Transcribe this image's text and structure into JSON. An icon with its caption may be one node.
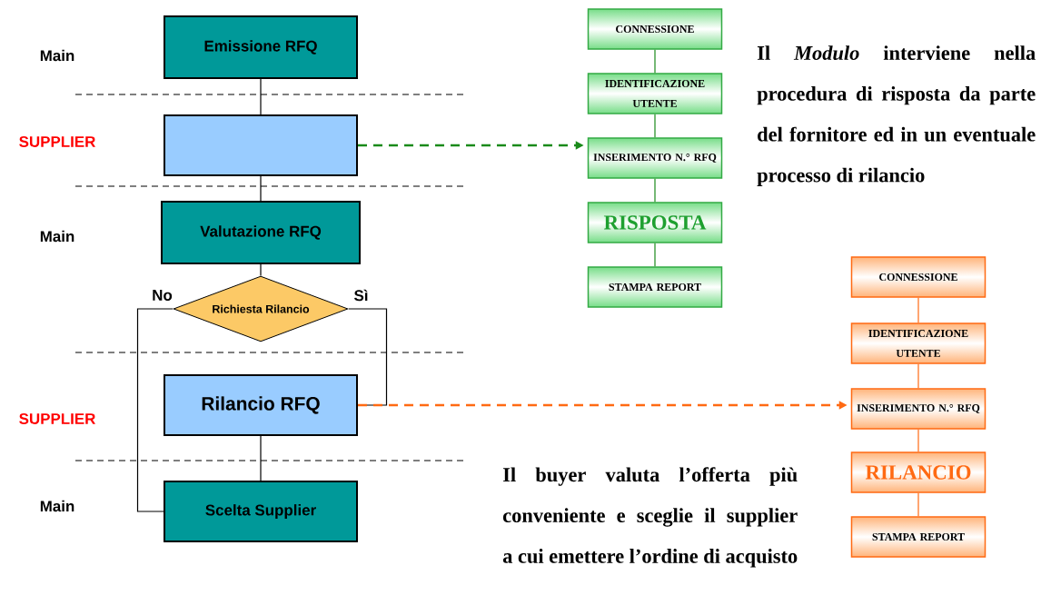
{
  "diagram": {
    "nodes": [
      {
        "text": [
          "Emissione RFQ"
        ]
      },
      {
        "text": [],
        "shape": "box"
      },
      {
        "text": [
          "Valutazione RFQ"
        ]
      },
      {
        "text": [
          "Richiesta Rilancio"
        ]
      },
      {
        "text": [
          "Rilancio RFQ"
        ]
      },
      {
        "text": [
          "Scelta Supplier"
        ]
      },
      {
        "text": [
          "CONNESSIONE"
        ]
      },
      {
        "text": [
          "IDENTIFICAZIONE UTENTE"
        ]
      },
      {
        "text": [
          "INSERIMENTO N.° RFQ"
        ]
      },
      {
        "text": [
          "RISPOSTA"
        ]
      },
      {
        "text": [
          "STAMPA REPORT"
        ]
      },
      {
        "text": [
          "CONNESSIONE"
        ]
      },
      {
        "text": [
          "IDENTIFICAZIONE UTENTE"
        ]
      },
      {
        "text": [
          "INSERIMENTO N.° RFQ"
        ]
      },
      {
        "text": [
          "RILANCIO"
        ]
      },
      {
        "text": [
          "STAMPA REPORT"
        ]
      }
    ],
    "edges": [
      {
        "from": 0,
        "to": 1,
        "arrow": "none"
      },
      {
        "from": 1,
        "to": 2,
        "arrow": "none"
      },
      {
        "from": 2,
        "to": 3,
        "arrow": "none"
      },
      {
        "from": 3,
        "to": 5,
        "arrow": "none",
        "label": "No"
      },
      {
        "from": 3,
        "to": 4,
        "arrow": "none",
        "label": "Sì"
      },
      {
        "from": 4,
        "to": 5,
        "arrow": "none"
      },
      {
        "from": 1,
        "to": 8,
        "arrow": "to",
        "style": "dashed",
        "color": "#1a8a1a"
      },
      {
        "from": 4,
        "to": 13,
        "arrow": "to",
        "style": "dashed",
        "color": "#ff6a13"
      },
      {
        "from": 6,
        "to": 7,
        "arrow": "none",
        "color": "#1a8a1a"
      },
      {
        "from": 7,
        "to": 8,
        "arrow": "none",
        "color": "#1a8a1a"
      },
      {
        "from": 8,
        "to": 9,
        "arrow": "none",
        "color": "#1a8a1a"
      },
      {
        "from": 9,
        "to": 10,
        "arrow": "none",
        "color": "#1a8a1a"
      },
      {
        "from": 11,
        "to": 12,
        "arrow": "none",
        "color": "#ff6a13"
      },
      {
        "from": 12,
        "to": 13,
        "arrow": "none",
        "color": "#ff6a13"
      },
      {
        "from": 13,
        "to": 14,
        "arrow": "none",
        "color": "#ff6a13"
      },
      {
        "from": 14,
        "to": 15,
        "arrow": "none",
        "color": "#ff6a13"
      }
    ],
    "labels": [
      "Main",
      "SUPPLIER",
      "Main",
      "SUPPLIER",
      "Main",
      "Il *Modulo* interviene nella procedura di risposta da parte del fornitore ed in un eventuale processo di rilancio",
      "Il buyer valuta l’offerta più conveniente e sceglie il supplier a cui emettere l’ordine di acquisto"
    ]
  }
}
